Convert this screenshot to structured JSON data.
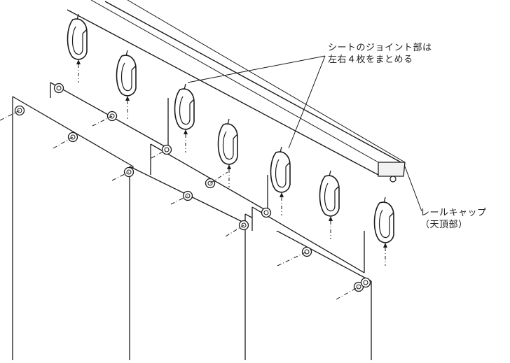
{
  "callouts": {
    "joint_line1": "シートのジョイント部は",
    "joint_line2": "左右４枚をまとめる",
    "cap_line1": "レールキャップ",
    "cap_line2": "（天頂部）"
  },
  "colors": {
    "stroke": "#1a1a1a",
    "rail_face": "#ffffff",
    "rail_top": "#f2f2f2",
    "sheet_fill": "#ffffff"
  }
}
